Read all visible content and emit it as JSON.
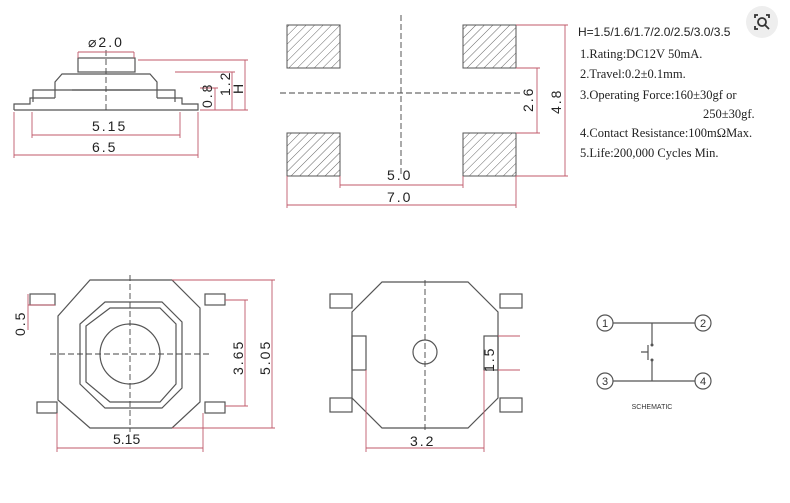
{
  "side_view": {
    "diameter": "⌀2.0",
    "width_inner": "5.15",
    "width_outer": "6.5",
    "h_08": "0.8",
    "h_12": "1.2",
    "h_total": "H"
  },
  "footprint": {
    "pitch_x": "5.0",
    "span_x": "7.0",
    "pitch_y": "2.6",
    "span_y": "4.8"
  },
  "specs": {
    "heights": "H=1.5/1.6/1.7/2.0/2.5/3.0/3.5",
    "items": [
      "1.Rating:DC12V 50mA.",
      "2.Travel:0.2±0.1mm.",
      "3.Operating Force:160±30gf or",
      "250±30gf.",
      "4.Contact Resistance:100mΩMax.",
      "5.Life:200,000 Cycles Min."
    ]
  },
  "top_view": {
    "lead": "0.5",
    "inner": "3.65",
    "outer": "5.05",
    "width": "5.15"
  },
  "bottom_view": {
    "height": "1.5",
    "width": "3.2"
  },
  "schematic": {
    "pins": [
      "1",
      "2",
      "3",
      "4"
    ],
    "label": "SCHEMATIC"
  },
  "overlay": {
    "icon": "visual-search-icon"
  }
}
